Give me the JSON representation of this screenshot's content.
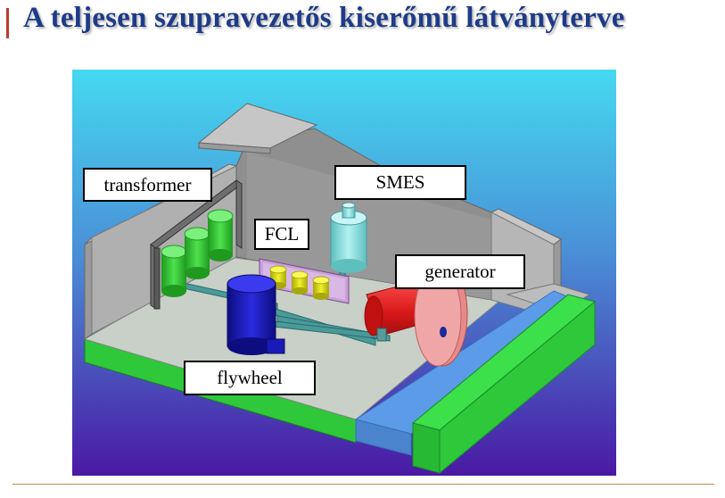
{
  "slide": {
    "title": "A teljesen szupravezetős kiserőmű látványterve"
  },
  "diagram": {
    "labels": {
      "transformer": "transformer",
      "smes": "SMES",
      "fcl": "FCL",
      "generator": "generator",
      "flywheel": "flywheel"
    }
  },
  "colors": {
    "title": "#1f3b88",
    "accent": "#c0392b",
    "rule": "#c48b4a",
    "background_top": "#45d9f0",
    "background_bottom": "#4a19a4",
    "transformer": "#3fd43f",
    "fcl": "#e6e61f",
    "smes": "#8fe6e6",
    "flywheel": "#1a1ab8",
    "generator_body": "#e02020",
    "generator_disk": "#ee8a8a",
    "water": "#5b9be8",
    "base_green": "#2ec83a"
  }
}
